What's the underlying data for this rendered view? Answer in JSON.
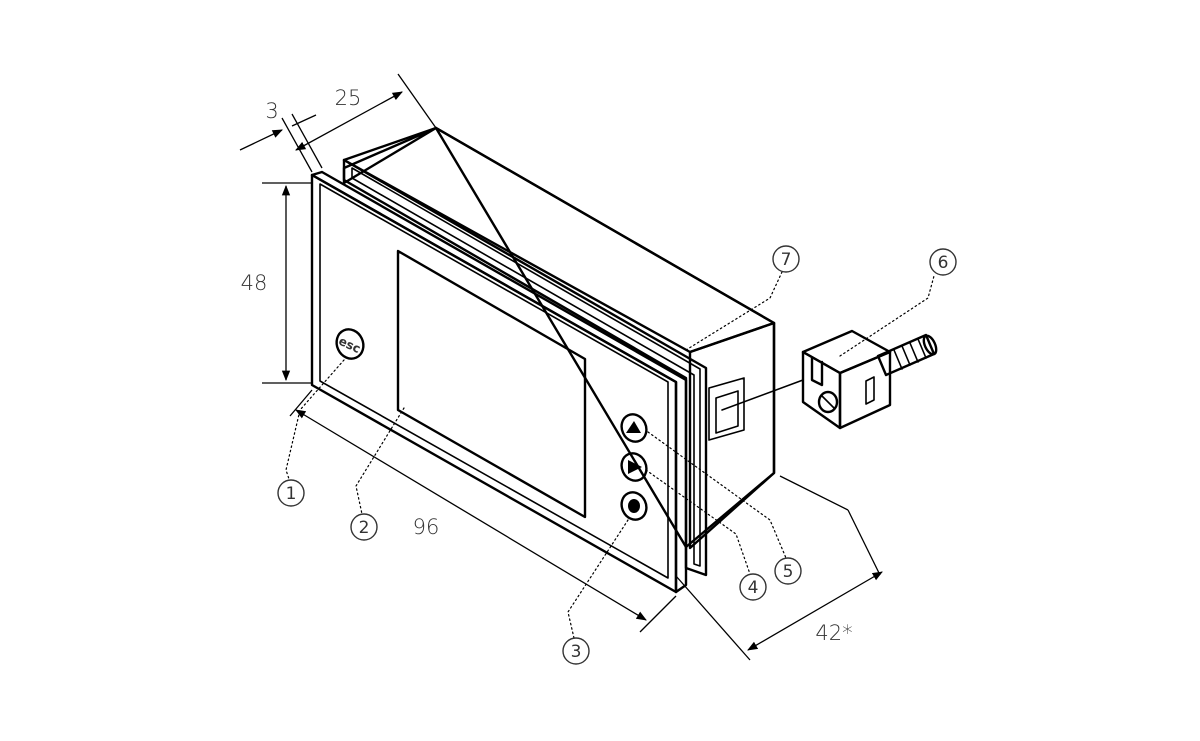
{
  "dimensions": {
    "bezel_depth": "3",
    "body_depth": "25",
    "height": "48",
    "width": "96",
    "connector_depth": "42*"
  },
  "front_panel": {
    "esc_button_label": "esc"
  },
  "callouts": [
    "1",
    "2",
    "3",
    "4",
    "5",
    "6",
    "7"
  ]
}
